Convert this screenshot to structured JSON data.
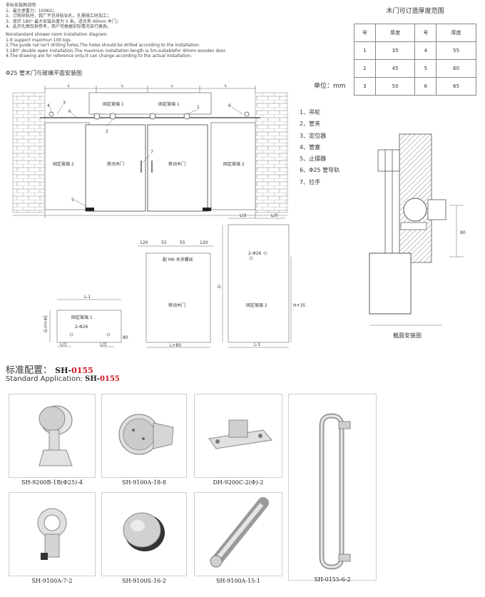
{
  "notes": {
    "title": "非标安装图说明",
    "cn": [
      "1、最大承重力：100KG；",
      "2、订购导轨时，我厂不包导轨钻孔，孔需施工时加工；",
      "3、双开 180° 最大安装长度为 5 米，适合夹 40mm 木门；",
      "4、此开孔图仅供参考，用户可根据实际情况自行更改。"
    ],
    "en_title": "Nonstandard shower room installation diagram",
    "en": [
      "1.It support maximun 100 kgs.",
      "2.The guide rail isn't drilling holes,The holes should be drilled according to the installation.",
      "3.180°  double open installation,The maximun installation length is 5m.suitablefor 40mm wooden door.",
      "4.The drawing are for reference only,It can change according to the actual installation."
    ]
  },
  "pipe_title": "Φ25 管木门与玻璃平面安装图",
  "thickness_table": {
    "title": "木门可订造厚度范围",
    "header": [
      "号",
      "厚度",
      "号",
      "厚度"
    ],
    "rows": [
      [
        "1",
        "35",
        "4",
        "55"
      ],
      [
        "2",
        "45",
        "5",
        "60"
      ],
      [
        "3",
        "50",
        "6",
        "65"
      ]
    ],
    "unit": "单位：mm"
  },
  "legend": [
    "1、吊轮",
    "2、管夹",
    "3、定位器",
    "4、管塞",
    "5、止摆器",
    "6、Φ25 管导轨",
    "7、拉手"
  ],
  "drawing": {
    "fixed_glass_1": "固定玻璃 1",
    "fixed_glass_2": "固定玻璃 2",
    "sliding_door": "移动木门",
    "L": "L",
    "L3": "L/3",
    "L1": "L-1",
    "L80": "L+80",
    "G": "G",
    "GH45": "G-H+45",
    "H35": "H+35",
    "d120": "120",
    "d55": "55",
    "d80": "80",
    "phi26": "2-Φ26",
    "bolt": "配 M6 木牙螺丝",
    "section": "截面安装图",
    "n1": "1",
    "n2": "2",
    "n3": "3",
    "n4": "4",
    "n5": "5",
    "n6": "6",
    "n7": "7"
  },
  "standard": {
    "cn_label": "标准配置：",
    "en_label": "Standard Application:",
    "code_prefix": "SH-",
    "code_suffix": "0155"
  },
  "products": [
    {
      "code": "SH-9200B-1B(Φ25)-4",
      "icon": "roller-hanger-icon"
    },
    {
      "code": "SH-9100A-18-8",
      "icon": "pipe-clamp-icon"
    },
    {
      "code": "DH-9200C-2(Φ)-2",
      "icon": "positioner-icon"
    },
    {
      "code": "SH-9100A-7-2",
      "icon": "pipe-bracket-icon"
    },
    {
      "code": "SH-9100S-16-2",
      "icon": "end-cap-icon"
    },
    {
      "code": "SH-9100A-15-1",
      "icon": "guide-rail-icon"
    },
    {
      "code": "SH-0155-6-2",
      "icon": "door-handle-icon"
    }
  ],
  "colors": {
    "brick": "#c8c8c8",
    "line": "#555555",
    "red": "#d0101c",
    "box_border": "#cfcfcf"
  }
}
